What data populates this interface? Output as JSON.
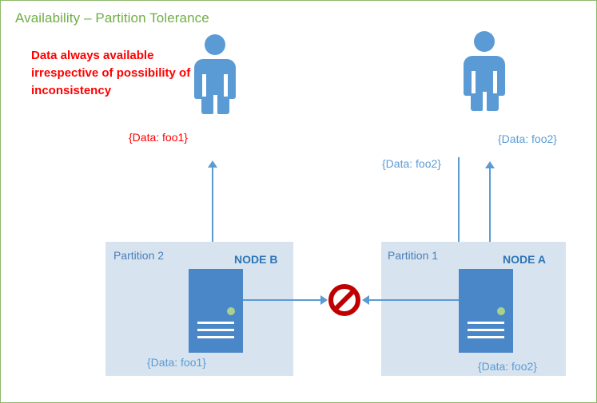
{
  "diagram": {
    "title": "Availability – Partition Tolerance",
    "note": "Data always available irrespective of possibility of inconsistency",
    "colors": {
      "frame_border": "#8cb96b",
      "title_green": "#70ad47",
      "note_red": "#ff0000",
      "person_blue": "#5b9bd5",
      "partition_fill": "#d7e4ef",
      "node_blue": "#4a87c8",
      "node_label_blue": "#2e75b6",
      "led_green": "#a9d18e",
      "block_red": "#c00000",
      "connector_blue": "#5b9bd5"
    }
  },
  "clients": [
    {
      "name": "client-left",
      "icon": "person-icon",
      "data_label": "{Data: foo1}",
      "data_label_color": "red"
    },
    {
      "name": "client-right",
      "icon": "person-icon",
      "data_label": "{Data: foo2}",
      "data_label_color": "blue"
    }
  ],
  "partitions": [
    {
      "label": "Partition 2",
      "node_label": "NODE B",
      "node_icon": "server-icon",
      "node_status_icon": "status-led-icon",
      "data_label": "{Data: foo1}"
    },
    {
      "label": "Partition 1",
      "node_label": "NODE A",
      "node_icon": "server-icon",
      "node_status_icon": "status-led-icon",
      "data_label": "{Data: foo2}"
    }
  ],
  "annotations": {
    "write_request_label": "{Data: foo2}",
    "read_response_label": "{Data: foo2}",
    "read_response_left_label": "{Data: foo1}"
  },
  "link": {
    "blocked_icon": "no-entry-icon",
    "status": "blocked"
  }
}
